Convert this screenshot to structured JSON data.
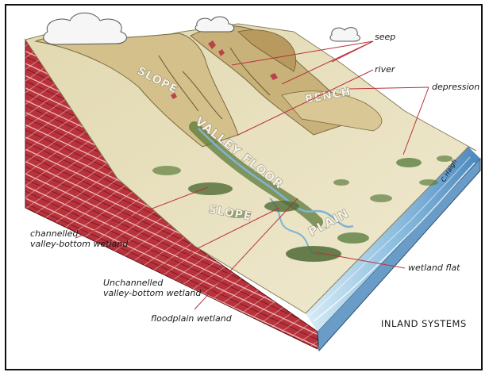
{
  "diagram": {
    "title": "INLAND SYSTEMS",
    "signature": "C.Haigh",
    "landform_labels": {
      "slope_upper": "SLOPE",
      "bench": "BENCH",
      "valley_floor": "VALLEY FLOOR",
      "slope_lower": "SLOPE",
      "plain": "PLAIN"
    },
    "callouts": {
      "seep": "seep",
      "river": "river",
      "depression": "depression",
      "channelled_line1": "channelled",
      "channelled_line2": "valley-bottom wetland",
      "unchannelled_line1": "Unchannelled",
      "unchannelled_line2": "valley-bottom wetland",
      "floodplain": "floodplain wetland",
      "wetland_flat": "wetland flat"
    },
    "colors": {
      "soil_red": "#b8323c",
      "land_cream": "#ece6c8",
      "hill_tan": "#cdbb8a",
      "wetland_green": "#4f6b35",
      "water_blue": "#7fb3d6"
    }
  }
}
